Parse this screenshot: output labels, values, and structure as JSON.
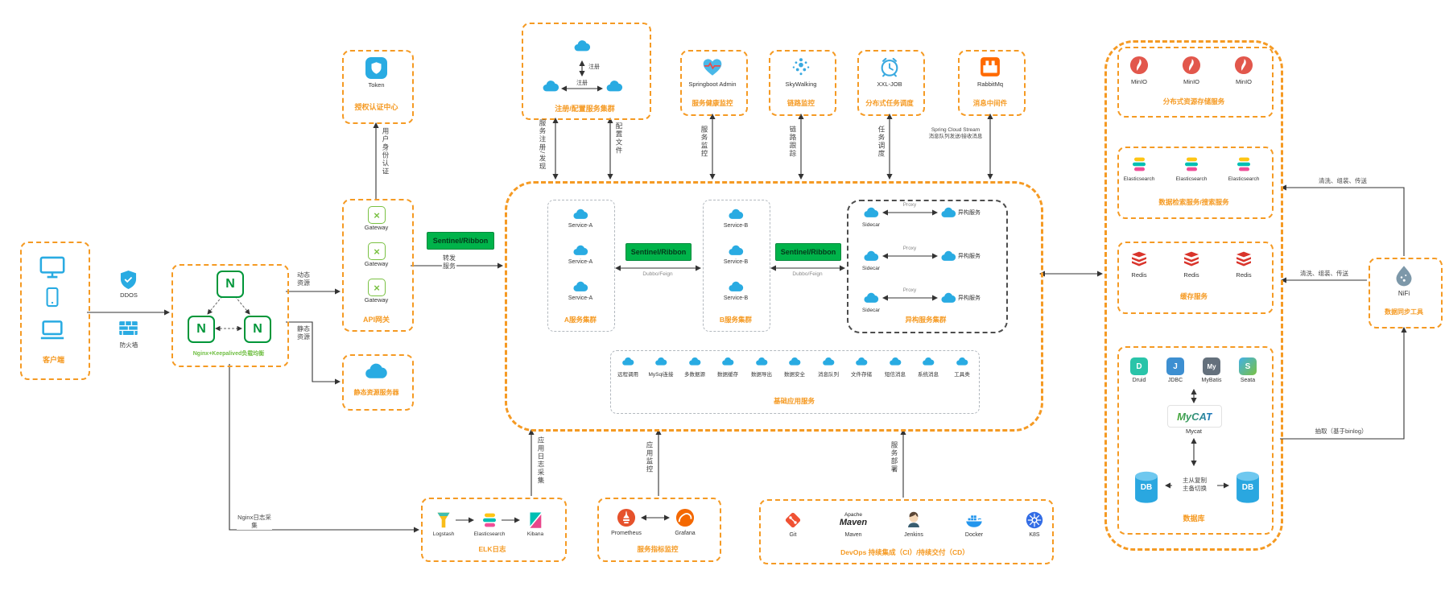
{
  "client": {
    "label": "客户端"
  },
  "security": {
    "ddos": "DDOS",
    "firewall": "防火墙"
  },
  "nginx": {
    "label": "Nginx+Keepalived负载均衡"
  },
  "auth_center": {
    "token": "Token",
    "label": "授权认证中心"
  },
  "api_gateway": {
    "item": "Gateway",
    "label": "API网关"
  },
  "static_server": {
    "label": "静态资源服务器"
  },
  "registry": {
    "label": "注册/配置服务集群"
  },
  "sba": {
    "name": "Springboot Admin",
    "label": "服务健康监控"
  },
  "skywalking": {
    "name": "SkyWalking",
    "label": "链路监控"
  },
  "xxljob": {
    "name": "XXL-JOB",
    "label": "分布式任务调度"
  },
  "rabbitmq": {
    "name": "RabbitMq",
    "label": "消息中间件"
  },
  "center": {
    "sentinel": "Sentinel/Ribbon",
    "cluster_a": {
      "label": "A服务集群",
      "item": "Service-A"
    },
    "cluster_b": {
      "label": "B服务集群",
      "item": "Service-B"
    },
    "hetero": {
      "label": "异构服务集群",
      "left": "Sidecar",
      "right": "异构服务"
    },
    "base": {
      "label": "基础应用服务",
      "items": [
        "远程调用",
        "MySql连接",
        "多数据源",
        "数据缓存",
        "数据导出",
        "数据安全",
        "消息队列",
        "文件存储",
        "短信消息",
        "系统消息",
        "工具类"
      ]
    }
  },
  "right": {
    "storage": {
      "label": "分布式资源存储服务",
      "item": "MinIO"
    },
    "search": {
      "label": "数据检索服务/搜索服务",
      "item": "Elasticsearch"
    },
    "cache": {
      "label": "缓存服务",
      "item": "Redis"
    },
    "database": {
      "label": "数据库",
      "drivers": [
        "Druid",
        "JDBC",
        "MyBatis",
        "Seata"
      ],
      "mycat_logo": "MyCAT",
      "mycat": "Mycat",
      "db": "DB",
      "replication": "主从复制\n主备切换"
    }
  },
  "nifi": {
    "name": "NiFi",
    "label": "数据同步工具"
  },
  "elk": {
    "label": "ELK日志",
    "items": [
      "Logstash",
      "Elasticsearch",
      "Kibana"
    ]
  },
  "metrics": {
    "label": "服务指标监控",
    "items": [
      "Prometheus",
      "Grafana"
    ]
  },
  "devops": {
    "label": "DevOps 持续集成（CI）/持续交付（CD）",
    "maven_top": "Apache",
    "maven_word": "Maven",
    "items": [
      "Git",
      "Maven",
      "Jenkins",
      "Docker",
      "K8S"
    ]
  },
  "edge_labels": {
    "auth": "用户身份认证",
    "dynamic": "动态资源",
    "static_res": "静态资源",
    "forward": "转发服务",
    "reg": "服务注册/发现",
    "config": "配置文件",
    "monitor": "服务监控",
    "trace": "链路跟踪",
    "schedule": "任务调度",
    "stream_line1": "Spring Cloud Stream",
    "stream_line2": "消息队列发送/接收消息",
    "register": "注册",
    "dubbo": "Dubbo/Feign",
    "proxy": "Proxy",
    "log_collect": "应用日志采集",
    "app_monitor": "应用监控",
    "deploy": "服务部署",
    "nginx_log": "Nginx日志采集",
    "etl": "清洗、组装、传送",
    "binlog": "抽取（基于binlog）"
  },
  "icons": {
    "nginx_letter": "N",
    "gateway_glyph": "×",
    "druid_letter": "D",
    "jdbc_letter": "J",
    "mybatis_letter": "My",
    "seata_letter": "S"
  },
  "colors": {
    "accent_orange": "#f59a23",
    "green": "#00b34a",
    "blue": "#29abe2",
    "nginx_green": "#009639"
  }
}
